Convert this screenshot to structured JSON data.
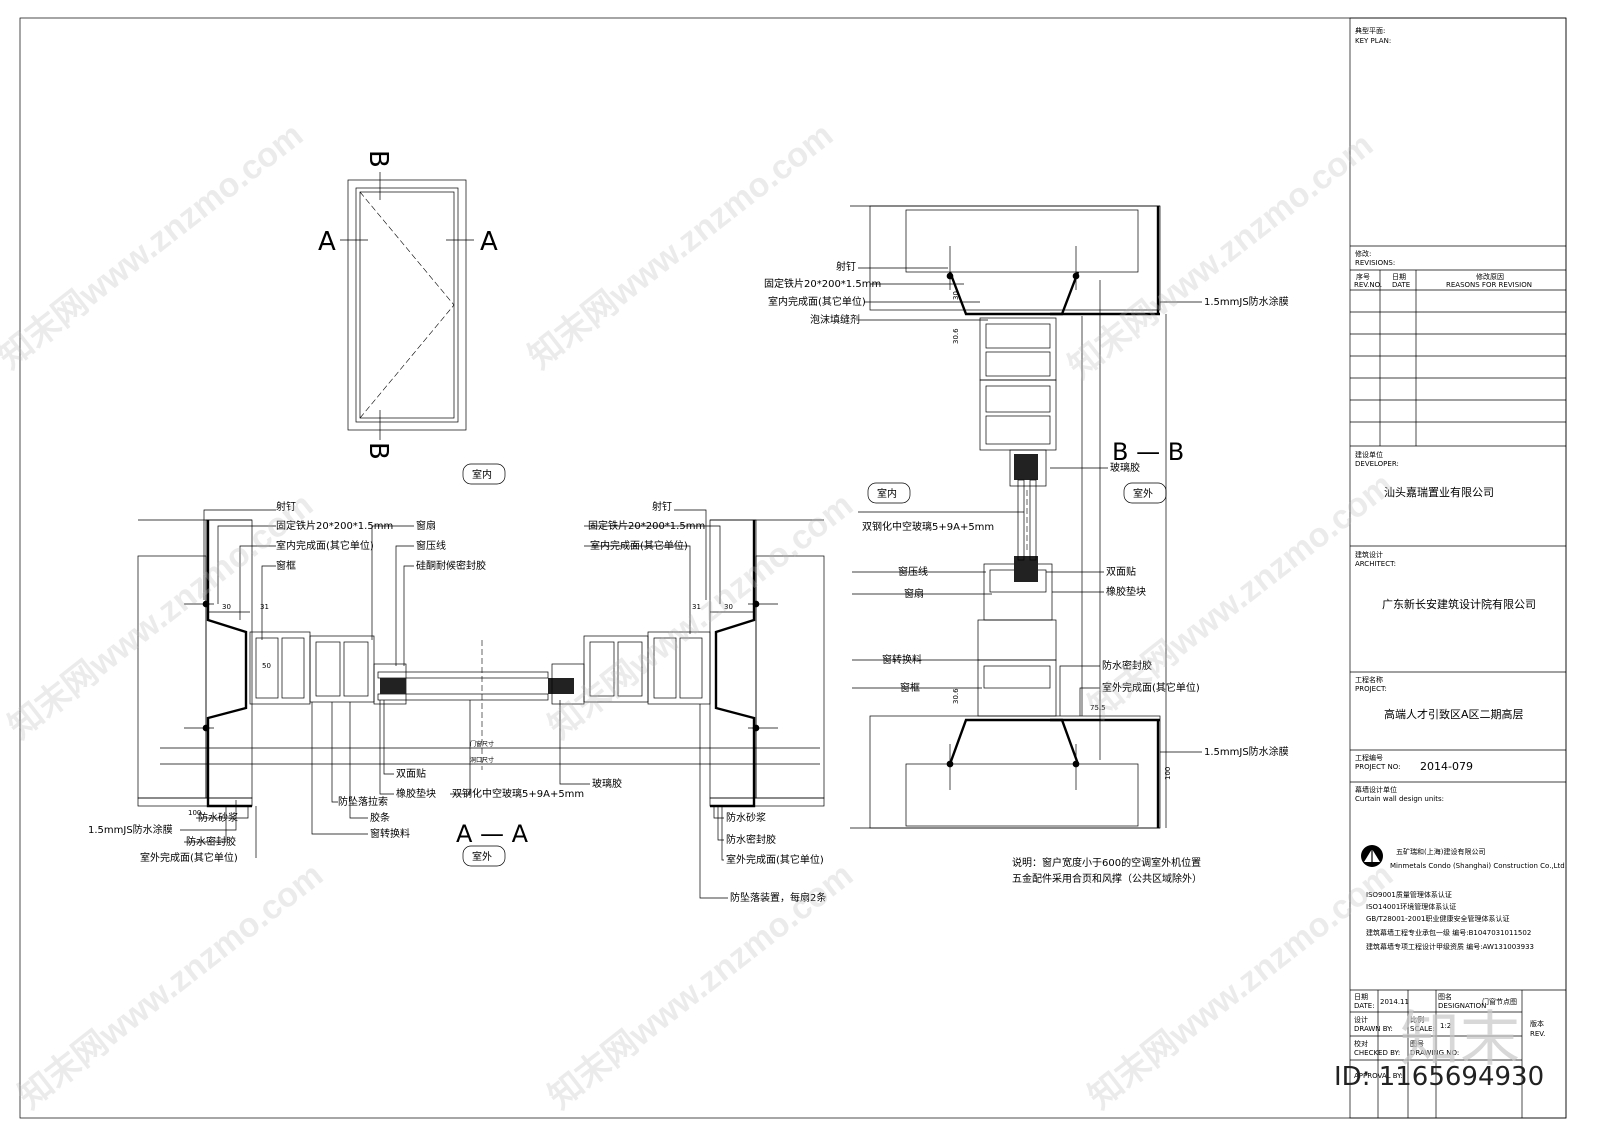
{
  "elevation": {
    "mark_b_top": "B",
    "mark_b_bottom": "B",
    "mark_a_left": "A",
    "mark_a_right": "A",
    "indoor_tag": "室内"
  },
  "section_aa": {
    "title": "A — A",
    "outdoor_tag": "室外",
    "left_labels": [
      "射钉",
      "固定铁片20*200*1.5mm",
      "室内完成面(其它单位)",
      "窗框"
    ],
    "mid_top_labels": [
      "窗扇",
      "窗压线",
      "硅酮耐候密封胶"
    ],
    "right_labels": [
      "射钉",
      "固定铁片20*200*1.5mm",
      "室内完成面(其它单位)"
    ],
    "bottom_mid_labels": [
      "双面贴",
      "橡胶垫块",
      "双钢化中空玻璃5+9A+5mm",
      "防坠落拉索",
      "胶条",
      "窗转换料",
      "玻璃胶"
    ],
    "left_bottom_labels": [
      "防水砂浆",
      "1.5mmJS防水涂膜",
      "防水密封胶",
      "室外完成面(其它单位)"
    ],
    "right_bottom_labels": [
      "防水砂浆",
      "防水密封胶",
      "室外完成面(其它单位)",
      "防坠落装置，每扇2条"
    ],
    "dims": [
      "30",
      "31",
      "50",
      "100"
    ],
    "center_dims": [
      "门窗尺寸",
      "洞口尺寸"
    ]
  },
  "section_bb": {
    "title": "B — B",
    "indoor_tag": "室内",
    "outdoor_tag": "室外",
    "top_left_labels": [
      "射钉",
      "固定铁片20*200*1.5mm",
      "室内完成面(其它单位)",
      "泡沫填缝剂"
    ],
    "top_right_label": "1.5mmJS防水涂膜",
    "glass_label": "玻璃胶",
    "glass_spec": "双钢化中空玻璃5+9A+5mm",
    "mid_left_labels": [
      "窗压线",
      "窗扇"
    ],
    "mid_right_labels": [
      "双面贴",
      "橡胶垫块"
    ],
    "lower_left_labels": [
      "窗转换料",
      "窗框"
    ],
    "lower_right_labels": [
      "防水密封胶",
      "室外完成面(其它单位)"
    ],
    "bottom_right_label": "1.5mmJS防水涂膜",
    "dims": [
      "30",
      "30.6",
      "30.6",
      "75.5",
      "100"
    ],
    "note_line1": "说明：窗户宽度小于600的空调室外机位置",
    "note_line2": "五金配件采用合页和风撑（公共区域除外）"
  },
  "title_block": {
    "key_plan_cn": "典型平面:",
    "key_plan_en": "KEY PLAN:",
    "revisions_cn": "修改:",
    "revisions_en": "REVISIONS:",
    "rev_no_cn": "序号",
    "rev_no_en": "REV.NO.",
    "date_cn": "日期",
    "date_en": "DATE",
    "reason_cn": "修改原因",
    "reason_en": "REASONS FOR REVISION",
    "developer_cn": "建设单位",
    "developer_en": "DEVELOPER:",
    "developer_value": "汕头嘉瑞置业有限公司",
    "architect_cn": "建筑设计",
    "architect_en": "ARCHITECT:",
    "architect_value": "广东新长安建筑设计院有限公司",
    "project_cn": "工程名称",
    "project_en": "PROJECT:",
    "project_value": "高端人才引致区A区二期高层",
    "project_no_cn": "工程编号",
    "project_no_en": "PROJECT NO:",
    "project_no_value": "2014-079",
    "curtain_cn": "幕墙设计单位",
    "curtain_en": "Curtain wall design units:",
    "company_cn": "五矿瑞和(上海)建设有限公司",
    "company_en": "Minmetals Condo (Shanghai) Construction Co.,Ltd.",
    "certs": [
      "ISO9001质量管理体系认证",
      "ISO14001环境管理体系认证",
      "GB/T28001-2001职业健康安全管理体系认证",
      "建筑幕墙工程专业承包一级     编号:B1047031011502",
      "建筑幕墙专项工程设计甲级资质  编号:AW131003933"
    ],
    "date_label_cn": "日期",
    "date_label_en": "DATE:",
    "date_value": "2014.11",
    "designation_cn": "图名",
    "designation_en": "DESIGNATION",
    "designation_value": "门窗节点图",
    "design_cn": "设计",
    "design_en": "DRAWN BY:",
    "scale_cn": "比例",
    "scale_en": "SCALE:",
    "scale_value": "1:2",
    "checked_cn": "校对",
    "checked_en": "CHECKED BY:",
    "drawing_no_cn": "图号",
    "drawing_no_en": "DRAWING NO:",
    "approved_en": "APPROVAL BY:",
    "version_cn": "版本",
    "version_en": "REV."
  },
  "watermark": {
    "text": "知末网www.znzmo.com",
    "id_text": "ID: 1165694930",
    "logo_text": "知末"
  }
}
